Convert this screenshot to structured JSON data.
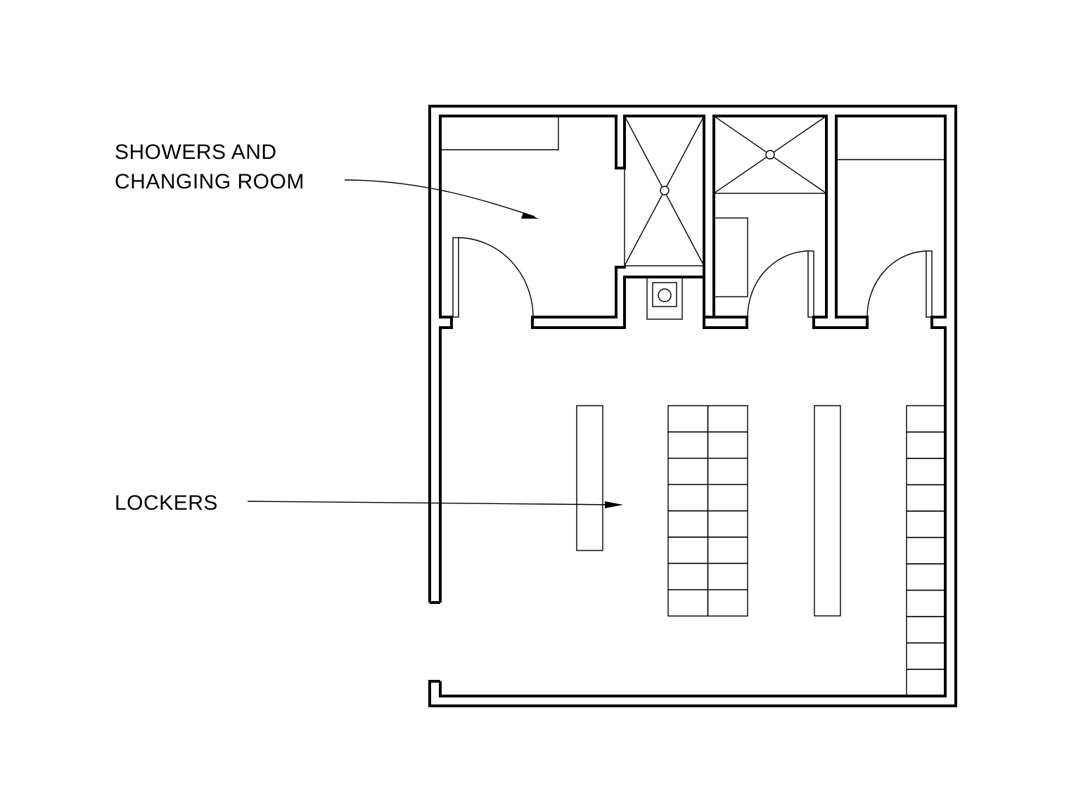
{
  "labels": {
    "showers_line1": "SHOWERS AND",
    "showers_line2": "CHANGING ROOM",
    "lockers": "LOCKERS"
  },
  "colors": {
    "line": "#000000",
    "background": "#ffffff"
  }
}
